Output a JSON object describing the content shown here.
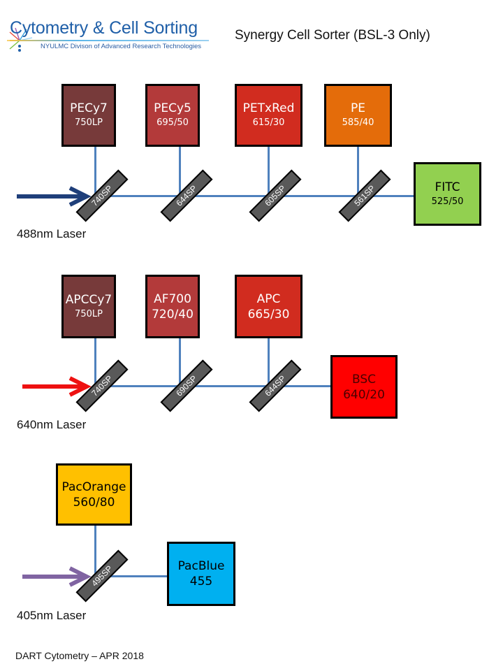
{
  "header": {
    "logo_title": "Cytometry & Cell Sorting",
    "logo_subtitle": "NYULMC Divison of Advanced Research Technologies",
    "page_title": "Synergy Cell Sorter (BSL-3 Only)"
  },
  "lasers": [
    {
      "label": "488nm Laser",
      "arrow_color": "#1f3f7a",
      "detectors": [
        {
          "name": "PECy7",
          "filter": "750LP",
          "color": "#773a3a",
          "text_color": "#ffffff"
        },
        {
          "name": "PECy5",
          "filter": "695/50",
          "color": "#b33a3a",
          "text_color": "#ffffff"
        },
        {
          "name": "PETxRed",
          "filter": "615/30",
          "color": "#d12c1f",
          "text_color": "#ffffff"
        },
        {
          "name": "PE",
          "filter": "585/40",
          "color": "#e46c0a",
          "text_color": "#ffffff"
        }
      ],
      "mirrors": [
        "740SP",
        "644SP",
        "605SP",
        "561SP"
      ],
      "terminal": {
        "name": "FITC",
        "filter": "525/50",
        "color": "#92d050",
        "text_color": "#000000"
      }
    },
    {
      "label": "640nm Laser",
      "arrow_color": "#ee1111",
      "detectors": [
        {
          "name": "APCCy7",
          "filter": "750LP",
          "color": "#773a3a",
          "text_color": "#ffffff"
        },
        {
          "name": "AF700",
          "filter": "720/40",
          "color": "#b33a3a",
          "text_color": "#ffffff"
        },
        {
          "name": "APC",
          "filter": "665/30",
          "color": "#d12c1f",
          "text_color": "#ffffff"
        }
      ],
      "mirrors": [
        "740SP",
        "690SP",
        "644SP"
      ],
      "terminal": {
        "name": "BSC",
        "filter": "640/20",
        "color": "#ff0000",
        "text_color": "#4a0000"
      }
    },
    {
      "label": "405nm Laser",
      "arrow_color": "#8064a2",
      "detectors": [
        {
          "name": "PacOrange",
          "filter": "560/80",
          "color": "#ffc000",
          "text_color": "#000000"
        }
      ],
      "mirrors": [
        "495SP"
      ],
      "terminal": {
        "name": "PacBlue",
        "filter": "455",
        "color": "#00b0f0",
        "text_color": "#000000"
      }
    }
  ],
  "footer": "DART Cytometry – APR 2018"
}
